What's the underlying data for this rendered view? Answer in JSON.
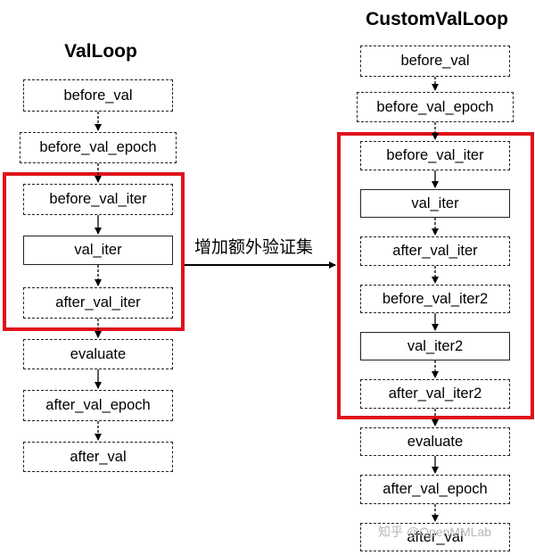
{
  "left": {
    "title": "ValLoop",
    "steps": [
      "before_val",
      "before_val_epoch",
      "before_val_iter",
      "val_iter",
      "after_val_iter",
      "evaluate",
      "after_val_epoch",
      "after_val"
    ]
  },
  "right": {
    "title": "CustomValLoop",
    "steps": [
      "before_val",
      "before_val_epoch",
      "before_val_iter",
      "val_iter",
      "after_val_iter",
      "before_val_iter2",
      "val_iter2",
      "after_val_iter2",
      "evaluate",
      "after_val_epoch",
      "after_val"
    ]
  },
  "connector": {
    "label": "增加额外验证集"
  },
  "watermark": {
    "text": "知乎 @OpenMMLab"
  },
  "colors": {
    "highlight_frame": "#e0121b",
    "box_border": "#222222",
    "arrow": "#000000"
  }
}
